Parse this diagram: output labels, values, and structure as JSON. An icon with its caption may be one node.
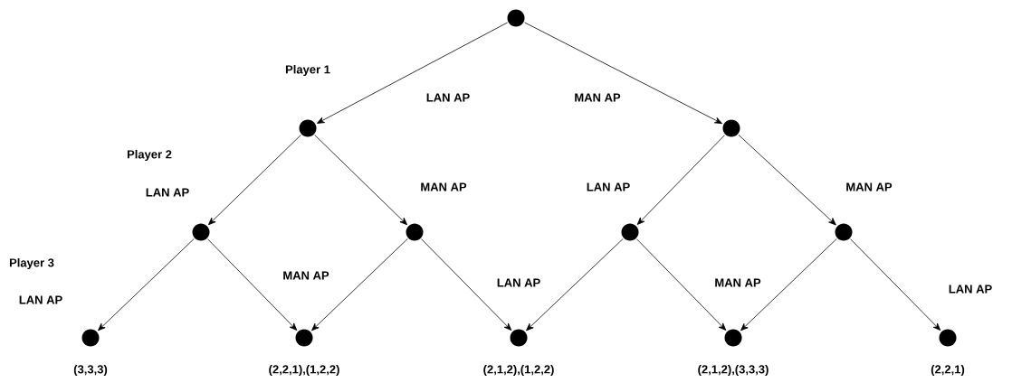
{
  "diagram": {
    "nodes": [
      {
        "text": [],
        "shape": "circle"
      },
      {
        "text": [],
        "shape": "circle"
      },
      {
        "text": [],
        "shape": "circle"
      },
      {
        "text": [],
        "shape": "circle"
      },
      {
        "text": [],
        "shape": "circle"
      },
      {
        "text": [],
        "shape": "circle"
      },
      {
        "text": [],
        "shape": "circle"
      },
      {
        "text": [],
        "shape": "circle",
        "beside": [
          "(3,3,3)"
        ]
      },
      {
        "text": [],
        "shape": "circle",
        "beside": [
          "(2,2,1),(1,2,2)"
        ]
      },
      {
        "text": [],
        "shape": "circle",
        "beside": [
          "(2,1,2),(1,2,2)"
        ]
      },
      {
        "text": [],
        "shape": "circle",
        "beside": [
          "(2,1,2),(3,3,3)"
        ]
      },
      {
        "text": [],
        "shape": "circle",
        "beside": [
          "(2,2,1)"
        ]
      }
    ],
    "edges": [
      {
        "from": 0,
        "to": 1,
        "arrow": "to"
      },
      {
        "from": 0,
        "to": 2,
        "arrow": "to"
      },
      {
        "from": 1,
        "to": 3,
        "arrow": "to"
      },
      {
        "from": 1,
        "to": 4,
        "arrow": "to"
      },
      {
        "from": 2,
        "to": 5,
        "arrow": "to"
      },
      {
        "from": 2,
        "to": 6,
        "arrow": "to"
      },
      {
        "from": 3,
        "to": 7,
        "arrow": "to"
      },
      {
        "from": 3,
        "to": 8,
        "arrow": "to"
      },
      {
        "from": 4,
        "to": 8,
        "arrow": "to"
      },
      {
        "from": 4,
        "to": 9,
        "arrow": "to"
      },
      {
        "from": 5,
        "to": 9,
        "arrow": "to"
      },
      {
        "from": 5,
        "to": 10,
        "arrow": "to"
      },
      {
        "from": 6,
        "to": 10,
        "arrow": "to"
      },
      {
        "from": 6,
        "to": 11,
        "arrow": "to"
      }
    ],
    "labels": [
      "Player 1",
      "LAN AP",
      "MAN AP",
      "Player 2",
      "LAN AP",
      "MAN AP",
      "LAN AP",
      "MAN AP",
      "Player 3",
      "LAN AP",
      "MAN AP",
      "LAN AP",
      "MAN AP",
      "LAN AP"
    ]
  }
}
